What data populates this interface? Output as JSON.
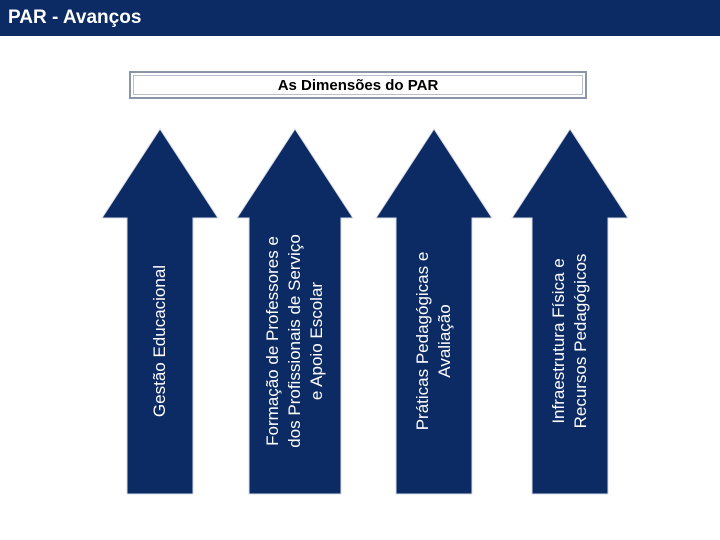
{
  "header": {
    "title": "PAR - Avanços"
  },
  "diagram": {
    "title": "As Dimensões do PAR",
    "arrows": [
      {
        "lines": [
          "Gestão Educacional"
        ]
      },
      {
        "lines": [
          "Formação de Professores e",
          "dos Profissionais de Serviço",
          "e Apoio Escolar"
        ]
      },
      {
        "lines": [
          "Práticas Pedagógicas e",
          "Avaliação"
        ]
      },
      {
        "lines": [
          "Infraestrutura Física e",
          "Recursos Pedagógicos"
        ]
      }
    ]
  },
  "colors": {
    "header": "#0c2a63",
    "arrow_fill": "#0c2a63",
    "arrow_stroke": "#ffffff"
  }
}
